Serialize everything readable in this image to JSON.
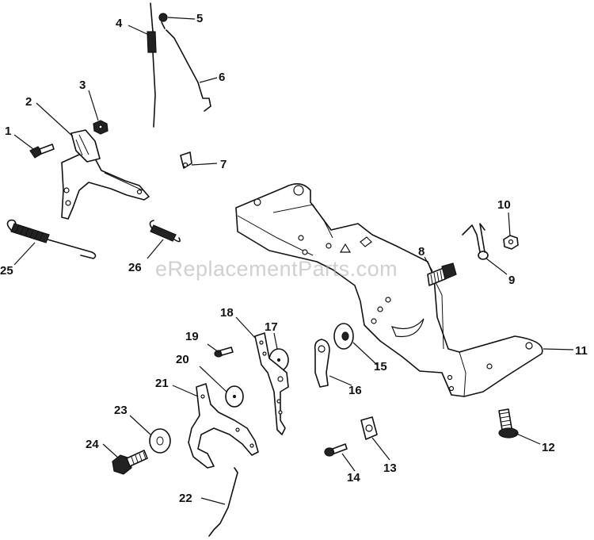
{
  "watermark": "eReplacementParts.com",
  "callouts": [
    "1",
    "2",
    "3",
    "4",
    "5",
    "6",
    "7",
    "8",
    "9",
    "10",
    "11",
    "12",
    "13",
    "14",
    "15",
    "16",
    "17",
    "18",
    "19",
    "20",
    "21",
    "22",
    "23",
    "24",
    "25",
    "26"
  ],
  "colors": {
    "line": "#111111",
    "background": "#ffffff",
    "watermark": "#aaaaaa"
  }
}
